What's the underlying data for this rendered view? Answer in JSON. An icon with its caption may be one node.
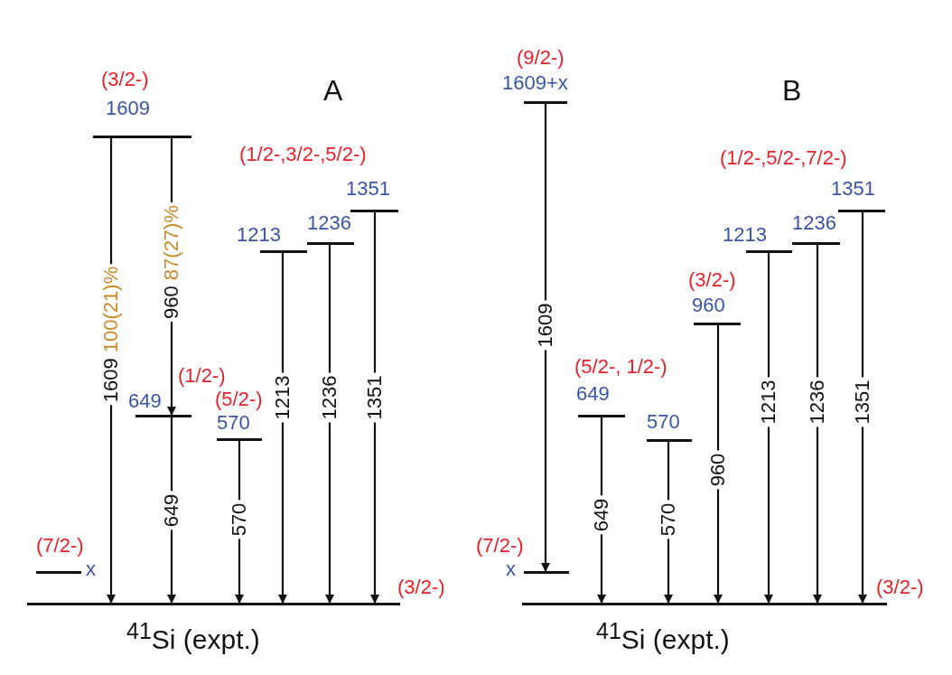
{
  "diagram": {
    "nodes": [
      {
        "text": [],
        "shape": "bar",
        "beside": [
          "(3/2-)",
          "1609"
        ]
      },
      {
        "text": [],
        "shape": "bar",
        "beside": [
          "1213"
        ]
      },
      {
        "text": [],
        "shape": "bar",
        "beside": [
          "1236"
        ]
      },
      {
        "text": [],
        "shape": "bar",
        "beside": [
          "1351"
        ]
      },
      {
        "text": [],
        "shape": "bar",
        "beside": [
          "(1/2-)",
          "649"
        ]
      },
      {
        "text": [],
        "shape": "bar",
        "beside": [
          "(5/2-)",
          "570"
        ]
      },
      {
        "text": [],
        "shape": "bar",
        "beside": [
          "(7/2-)",
          "x"
        ]
      },
      {
        "text": [],
        "shape": "bar",
        "beside": [
          "(3/2-)"
        ]
      },
      {
        "text": [],
        "shape": "bar",
        "beside": [
          "(9/2-)",
          "1609+x"
        ]
      },
      {
        "text": [],
        "shape": "bar",
        "beside": [
          "(3/2-)",
          "960"
        ]
      },
      {
        "text": [],
        "shape": "bar",
        "beside": [
          "1213"
        ]
      },
      {
        "text": [],
        "shape": "bar",
        "beside": [
          "1236"
        ]
      },
      {
        "text": [],
        "shape": "bar",
        "beside": [
          "1351"
        ]
      },
      {
        "text": [],
        "shape": "bar",
        "beside": [
          "(5/2-, 1/2-)",
          "649"
        ]
      },
      {
        "text": [],
        "shape": "bar",
        "beside": [
          "570"
        ]
      },
      {
        "text": [],
        "shape": "bar",
        "beside": [
          "(7/2-)",
          "x"
        ]
      },
      {
        "text": [],
        "shape": "bar",
        "beside": [
          "(3/2-)"
        ]
      }
    ],
    "edges": [
      {
        "from": 0,
        "to": 7,
        "arrow": "to",
        "label": "1609 100(21)%"
      },
      {
        "from": 0,
        "to": 4,
        "arrow": "to",
        "label": "960 87(27)%"
      },
      {
        "from": 4,
        "to": 7,
        "arrow": "to",
        "label": "649"
      },
      {
        "from": 5,
        "to": 7,
        "arrow": "to",
        "label": "570"
      },
      {
        "from": 1,
        "to": 7,
        "arrow": "to",
        "label": "1213"
      },
      {
        "from": 2,
        "to": 7,
        "arrow": "to",
        "label": "1236"
      },
      {
        "from": 3,
        "to": 7,
        "arrow": "to",
        "label": "1351"
      },
      {
        "from": 8,
        "to": 15,
        "arrow": "to",
        "label": "1609"
      },
      {
        "from": 13,
        "to": 16,
        "arrow": "to",
        "label": "649"
      },
      {
        "from": 14,
        "to": 16,
        "arrow": "to",
        "label": "570"
      },
      {
        "from": 9,
        "to": 16,
        "arrow": "to",
        "label": "960"
      },
      {
        "from": 10,
        "to": 16,
        "arrow": "to",
        "label": "1213"
      },
      {
        "from": 11,
        "to": 16,
        "arrow": "to",
        "label": "1236"
      },
      {
        "from": 12,
        "to": 16,
        "arrow": "to",
        "label": "1351"
      }
    ],
    "labels": [
      "A",
      "(1/2-,3/2-,5/2-)",
      "$^{41}$Si (expt.)",
      "B",
      "(1/2-,5/2-,7/2-)",
      "$^{41}$Si (expt.)"
    ]
  }
}
